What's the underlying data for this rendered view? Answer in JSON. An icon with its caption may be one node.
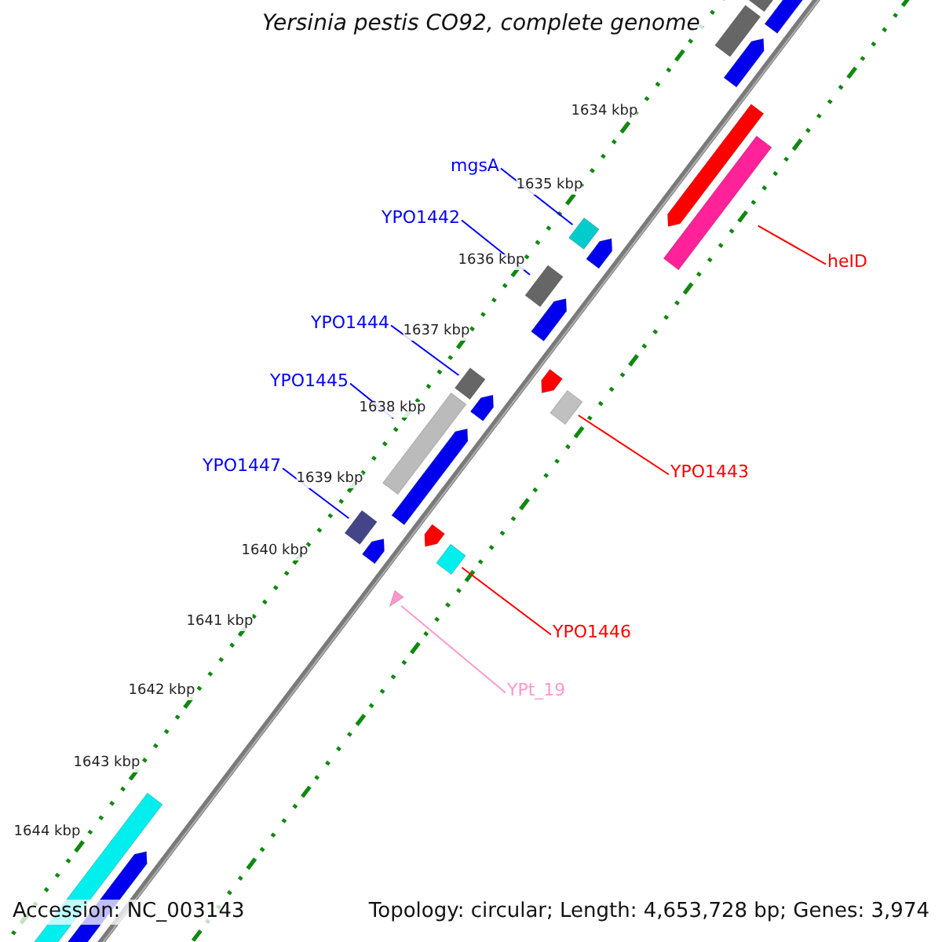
{
  "diagram": {
    "title": "Yersinia pestis CO92, complete genome",
    "nodes": [
      {
        "text": [
          "mgsA"
        ]
      },
      {
        "text": [],
        "shape": "bar"
      },
      {
        "text": [
          "heID"
        ]
      },
      {
        "text": [],
        "shape": "bar"
      },
      {
        "text": [
          "YPO1442"
        ]
      },
      {
        "text": [],
        "shape": "bar"
      },
      {
        "text": [
          "YPO1444"
        ]
      },
      {
        "text": [],
        "shape": "bar"
      },
      {
        "text": [
          "YPO1445"
        ]
      },
      {
        "text": [],
        "shape": "bar"
      },
      {
        "text": [
          "YPO1443"
        ]
      },
      {
        "text": [],
        "shape": "bar"
      },
      {
        "text": [
          "YPO1447"
        ]
      },
      {
        "text": [],
        "shape": "bar"
      },
      {
        "text": [
          "YPO1446"
        ]
      },
      {
        "text": [],
        "shape": "bar"
      },
      {
        "text": [
          "YPt_19"
        ]
      },
      {
        "text": [],
        "shape": "triangle"
      },
      {
        "text": [],
        "shape": "bar"
      }
    ],
    "edges": [
      {
        "from": 0,
        "to": 1,
        "arrow": "none"
      },
      {
        "from": 2,
        "to": 3,
        "arrow": "none",
        "color": "#ff0000"
      },
      {
        "from": 4,
        "to": 5,
        "arrow": "none"
      },
      {
        "from": 6,
        "to": 7,
        "arrow": "none"
      },
      {
        "from": 8,
        "to": 9,
        "arrow": "none"
      },
      {
        "from": 10,
        "to": 11,
        "arrow": "none",
        "color": "#ff0000"
      },
      {
        "from": 12,
        "to": 13,
        "arrow": "none"
      },
      {
        "from": 14,
        "to": 15,
        "arrow": "none",
        "color": "#ff0000"
      },
      {
        "from": 16,
        "to": 17,
        "arrow": "none",
        "color": "#ff99cc"
      }
    ],
    "labels": [
      "1634 kbp",
      "1635 kbp",
      "1636 kbp",
      "1637 kbp",
      "1638 kbp",
      "1639 kbp",
      "1640 kbp",
      "1641 kbp",
      "1642 kbp",
      "1643 kbp",
      "1644 kbp",
      "Accession: NC_003143",
      "Topology: circular; Length: 4,653,728 bp; Genes: 3,974"
    ]
  }
}
